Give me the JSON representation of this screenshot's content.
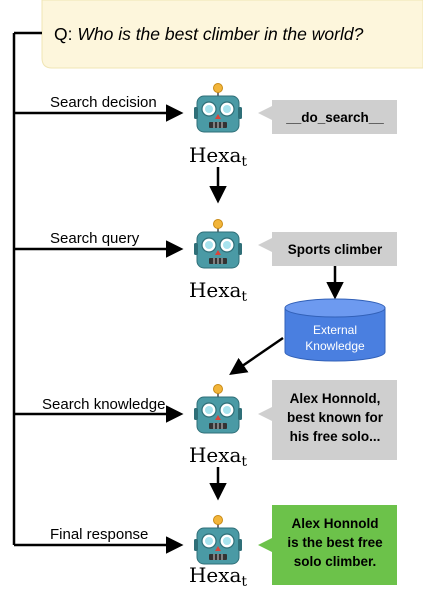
{
  "question": {
    "prefix": "Q: ",
    "text": "Who is the best climber in the world?"
  },
  "model": {
    "name": "Hexa",
    "subscript": "t"
  },
  "steps": [
    {
      "label": "Search decision",
      "bubble_lines": [
        "__do_search__"
      ]
    },
    {
      "label": "Search query",
      "bubble_lines": [
        "Sports climber"
      ]
    },
    {
      "label": "Search knowledge",
      "bubble_lines": [
        "Alex Honnold,",
        "best known for",
        "his free solo..."
      ]
    },
    {
      "label": "Final response",
      "bubble_lines": [
        "Alex Honnold",
        "is the best free",
        "solo climber."
      ]
    }
  ],
  "database": {
    "lines": [
      "External",
      "Knowledge"
    ]
  },
  "colors": {
    "line": "#000000",
    "question_bg": "#fdf6dc",
    "bubble_gray": "#cfcfcf",
    "bubble_green": "#6cc24a",
    "database": "#4a7fe0",
    "robot_face": "#4a9aa5",
    "robot_eye": "#a8e3ee",
    "robot_antenna": "#f2b53a"
  }
}
